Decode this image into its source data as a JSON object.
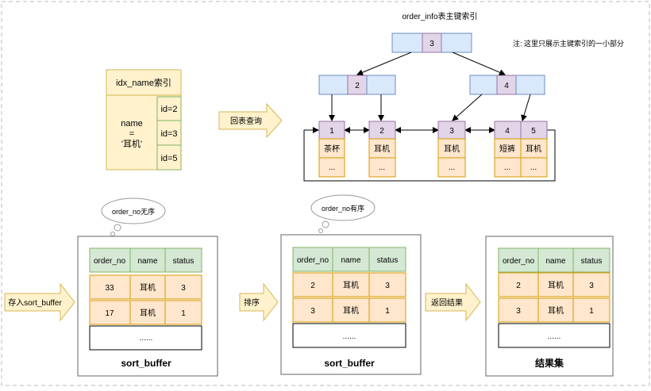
{
  "index_tree": {
    "title": "order_info表主键索引",
    "note": "注: 这里只展示主键索引的一小部分",
    "root": "3",
    "internal": [
      "2",
      "4"
    ],
    "leaves": [
      {
        "id": "1",
        "name": "茶杯",
        "more": "..."
      },
      {
        "id": "2",
        "name": "耳机",
        "more": "..."
      },
      {
        "id": "3",
        "name": "耳机",
        "more": "..."
      },
      {
        "id": "4",
        "name": "短裤",
        "more": "..."
      },
      {
        "id": "5",
        "name": "耳机",
        "more": "..."
      }
    ]
  },
  "idx_name": {
    "title": "idx_name索引",
    "key_line1": "name",
    "key_line2": "=",
    "key_line3": "'耳机'",
    "ids": [
      "id=2",
      "id=3",
      "id=5"
    ]
  },
  "arrows": {
    "back_to_table": "回表查询",
    "store_sort_buffer": "存入sort_buffer",
    "sort": "排序",
    "return_result": "返回结果"
  },
  "clouds": {
    "unordered": "order_no无序",
    "ordered": "order_no有序"
  },
  "tables": [
    {
      "caption": "sort_buffer",
      "headers": [
        "order_no",
        "name",
        "status"
      ],
      "rows": [
        [
          "33",
          "耳机",
          "3"
        ],
        [
          "17",
          "耳机",
          "1"
        ]
      ],
      "more": "......"
    },
    {
      "caption": "sort_buffer",
      "headers": [
        "order_no",
        "name",
        "status"
      ],
      "rows": [
        [
          "2",
          "耳机",
          "3"
        ],
        [
          "3",
          "耳机",
          "1"
        ]
      ],
      "more": "......"
    },
    {
      "caption": "结果集",
      "headers": [
        "order_no",
        "name",
        "status"
      ],
      "rows": [
        [
          "2",
          "耳机",
          "3"
        ],
        [
          "3",
          "耳机",
          "1"
        ]
      ],
      "more": "......"
    }
  ],
  "colors": {
    "node_blue": "#dae8fc",
    "node_blue_border": "#6c8ebf",
    "node_purple": "#e1d5e7",
    "node_purple_border": "#9673a6",
    "leaf_orange": "#ffe6cc",
    "leaf_orange_border": "#d79b00",
    "header_green": "#d5e8d4",
    "header_green_border": "#82b366",
    "panel_yellow": "#fff2cc",
    "panel_yellow_border": "#d6b656"
  }
}
